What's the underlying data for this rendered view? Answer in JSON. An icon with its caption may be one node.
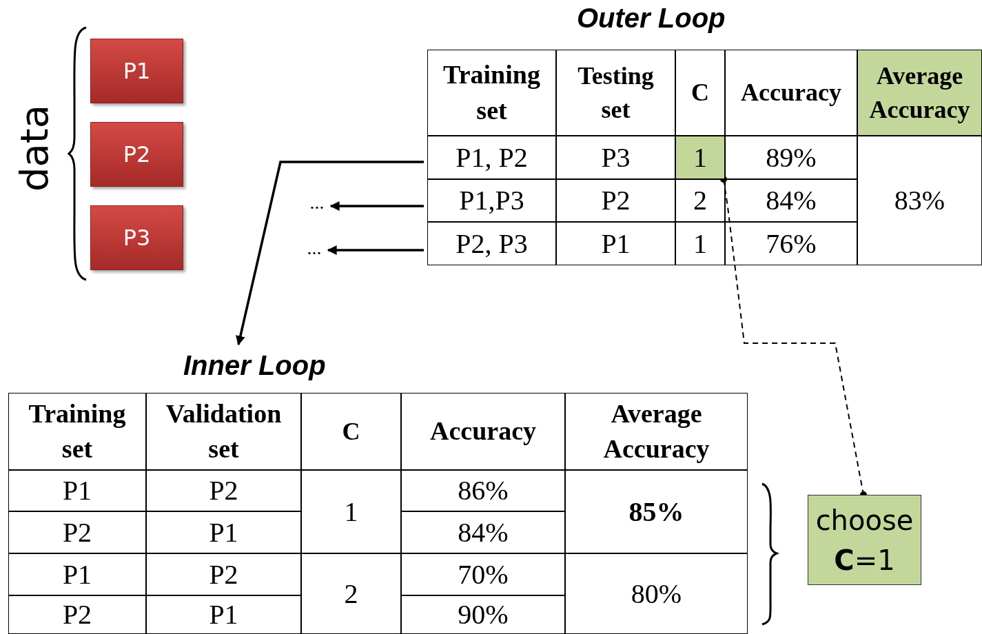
{
  "diagram": {
    "nodes": [
      {
        "text": [
          "P1"
        ]
      },
      {
        "text": [
          "P2"
        ]
      },
      {
        "text": [
          "P3"
        ]
      },
      {
        "text": [
          "Outer  Loop"
        ]
      },
      {
        "text": [
          "1"
        ],
        "in": 3
      },
      {
        "text": [
          "..."
        ]
      },
      {
        "text": [
          "..."
        ]
      },
      {
        "text": [
          "Inner Loop"
        ]
      },
      {
        "text": [
          "choose **C**=1"
        ]
      }
    ],
    "edges": [
      {
        "from": 3,
        "to": 7,
        "arrow": "to"
      },
      {
        "from": 3,
        "to": 5,
        "arrow": "to"
      },
      {
        "from": 3,
        "to": 6,
        "arrow": "to"
      },
      {
        "from": 4,
        "to": 8,
        "arrow": "other",
        "style": "dashed"
      }
    ],
    "labels": [
      "data",
      "Training set",
      "Testing set",
      "C",
      "Accuracy",
      "Average Accuracy",
      "P1, P2",
      "P3",
      "89%",
      "P1,P3",
      "P2",
      "2",
      "84%",
      "83%",
      "P2, P3",
      "P1",
      "1",
      "76%",
      "Training set",
      "Validation set",
      "C",
      "Accuracy",
      "Average Accuracy",
      "P1",
      "P2",
      "1",
      "86%",
      "85%",
      "P2",
      "P1",
      "84%",
      "P1",
      "P2",
      "2",
      "70%",
      "80%",
      "P2",
      "P1",
      "90%"
    ]
  }
}
